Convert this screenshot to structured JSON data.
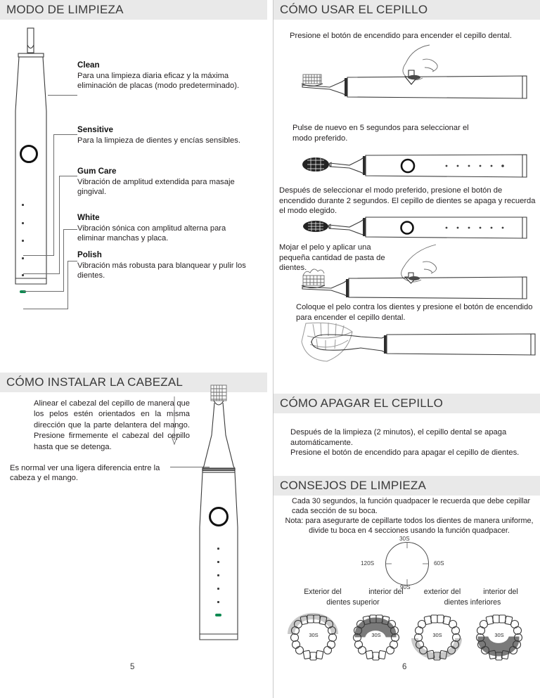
{
  "document": {
    "language": "es",
    "type": "toothbrush-user-manual-spread"
  },
  "left_page": {
    "page_number": "5",
    "sections": [
      {
        "id": "modo-de-limpieza",
        "header": "MODO DE LIMPIEZA",
        "modes": [
          {
            "name": "Clean",
            "description": "Para una limpieza diaria eficaz y la máxima eliminación de placas (modo predeterminado)."
          },
          {
            "name": "Sensitive",
            "description": "Para la limpieza de dientes y encías sensibles."
          },
          {
            "name": "Gum Care",
            "description": "Vibración de amplitud extendida para masaje gingival."
          },
          {
            "name": "White",
            "description": "Vibración sónica con amplitud alterna para eliminar manchas y placa."
          },
          {
            "name": "Polish",
            "description": "Vibración más robusta para blanquear y pulir los dientes."
          }
        ]
      },
      {
        "id": "como-instalar-la-cabezal",
        "header": "CÓMO INSTALAR LA CABEZAL",
        "paragraphs": [
          "Alinear el cabezal del cepillo de manera que los pelos estén orientados en la misma dirección que la parte delantera del mango. Presione firmemente el cabezal del cepillo hasta que se detenga.",
          "Es normal ver una ligera diferencia entre la cabeza y el mango."
        ]
      }
    ]
  },
  "right_page": {
    "page_number": "6",
    "sections": [
      {
        "id": "como-usar-el-cepillo",
        "header": "CÓMO USAR EL CEPILLO",
        "steps": [
          "Presione el botón de encendido para encender el cepillo dental.",
          "Pulse de nuevo en 5 segundos para seleccionar el modo preferido.",
          "Después de seleccionar el modo preferido, presione el botón de encendido durante 2 segundos. El cepillo de dientes se apaga y recuerda el modo elegido.",
          "Mojar el pelo y aplicar una pequeña cantidad de pasta de dientes.",
          "Coloque el pelo contra los dientes y presione el botón de encendido para encender el cepillo dental."
        ]
      },
      {
        "id": "como-apagar-el-cepillo",
        "header": "CÓMO APAGAR EL CEPILLO",
        "paragraphs": [
          "Después de la limpieza (2 minutos), el cepillo dental se apaga automáticamente.",
          "Presione el botón de encendido para apagar el cepillo de dientes."
        ]
      },
      {
        "id": "consejos-de-limpieza",
        "header": "CONSEJOS DE LIMPIEZA",
        "paragraphs": [
          "Cada 30 segundos, la función quadpacer le recuerda que debe cepillar cada sección de su boca.",
          "Nota: para asegurarte de cepillarte todos los dientes de manera uniforme, divide tu boca en 4 secciones usando la función quadpacer."
        ],
        "quadpacer_dial": {
          "top": "30S",
          "right": "60S",
          "bottom": "90S",
          "left": "120S"
        },
        "quadrants": [
          {
            "line1": "Exterior del",
            "line2": "dientes superior",
            "badge": "30S"
          },
          {
            "line1": "interior del",
            "line2": "",
            "badge": "30S"
          },
          {
            "line1": "exterior del",
            "line2": "dientes inferiores",
            "badge": "30S"
          },
          {
            "line1": "interior del",
            "line2": "",
            "badge": "30S"
          }
        ]
      }
    ]
  },
  "colors": {
    "header_bar": "#e9e9e9",
    "text": "#231f20",
    "header_text": "#3a3a3a",
    "led_green": "#0f8a52",
    "highlight_light": "#c9c9c9",
    "highlight_dark": "#7a7a7a",
    "divider": "#c9c9c9"
  }
}
